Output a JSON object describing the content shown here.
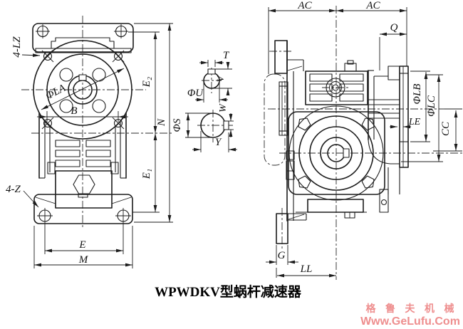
{
  "page": {
    "background": "#ffffff",
    "line_color": "#1c1c1c"
  },
  "title": "WPWDKV型蜗杆减速器",
  "watermark": {
    "line1": "格 鲁 夫 机 械",
    "line2": "Www.GeLufu.Com",
    "color": "#ee8e8e"
  },
  "labels": {
    "front_flange_screws": "4-LZ",
    "front_bolt_circle_dia": "ΦLA",
    "front_bolt_spacing": "B",
    "front_upper_center_height": "E₂",
    "front_total_height": "N",
    "front_lower_center_height": "E₁",
    "front_base_holes": "4-Z",
    "front_base_hole_spacing": "E",
    "front_base_width": "M",
    "input_key_width": "T",
    "input_key_depth": "V",
    "input_shaft_dia": "ΦU",
    "output_key_depth": "W",
    "output_shaft_dia": "ΦS",
    "output_shaft_width": "Y",
    "side_center_to_left": "AC",
    "side_center_to_right": "AC",
    "side_flange_offset": "Q",
    "side_flange_spigot_dia": "ΦLB",
    "side_flange_outer_dia": "ΦLC",
    "side_flange_lip": "LE",
    "side_flange_height": "CC",
    "side_foot_width": "G",
    "side_foot_span": "LL"
  }
}
